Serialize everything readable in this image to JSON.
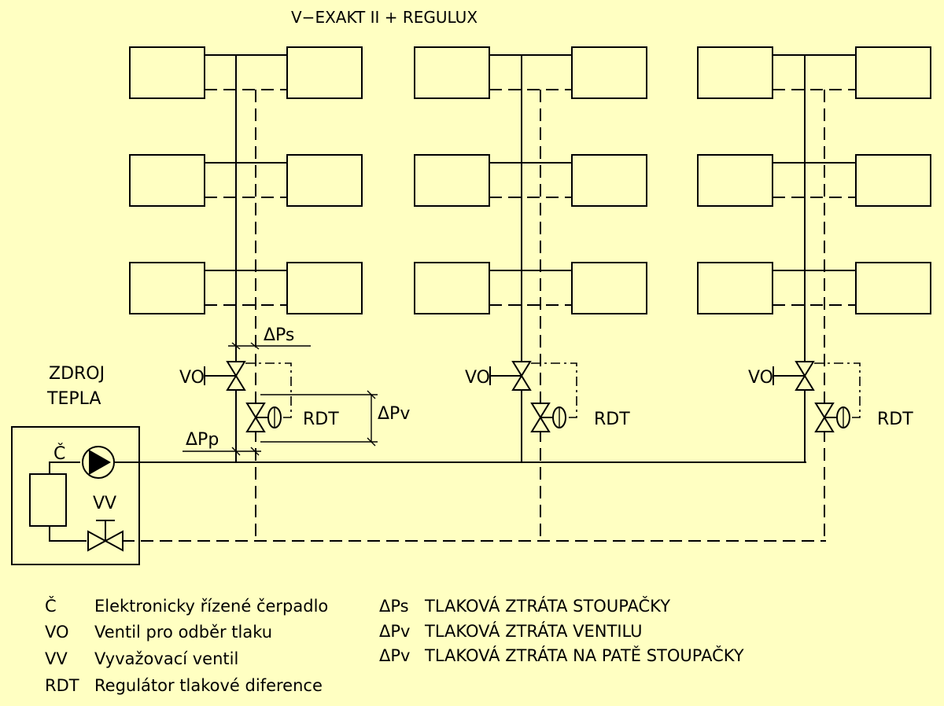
{
  "title": "V−EXAKT II + REGULUX",
  "source_label": [
    "ZDROJ",
    "TEPLA"
  ],
  "labels": {
    "pump": "Č",
    "balancing_valve": "VV",
    "pressure_valve": "VO",
    "regulator": "RDT",
    "dp_riser": "ΔPs",
    "dp_valve": "ΔPv",
    "dp_foot": "ΔPp"
  },
  "legend_left": [
    {
      "code": "Č",
      "text": "Elektronicky řízené čerpadlo"
    },
    {
      "code": "VO",
      "text": "Ventil pro odběr tlaku"
    },
    {
      "code": "VV",
      "text": "Vyvažovací ventil"
    },
    {
      "code": "RDT",
      "text": "Regulátor tlakové diference"
    }
  ],
  "legend_right": [
    {
      "code": "ΔPs",
      "text": "TLAKOVÁ ZTRÁTA STOUPAČKY"
    },
    {
      "code": "ΔPv",
      "text": "TLAKOVÁ ZTRÁTA VENTILU"
    },
    {
      "code": "ΔPv",
      "text": "TLAKOVÁ ZTRÁTA NA PATĚ STOUPAČKY"
    }
  ],
  "colors": {
    "background": "#ffffc2",
    "line": "#000000"
  }
}
